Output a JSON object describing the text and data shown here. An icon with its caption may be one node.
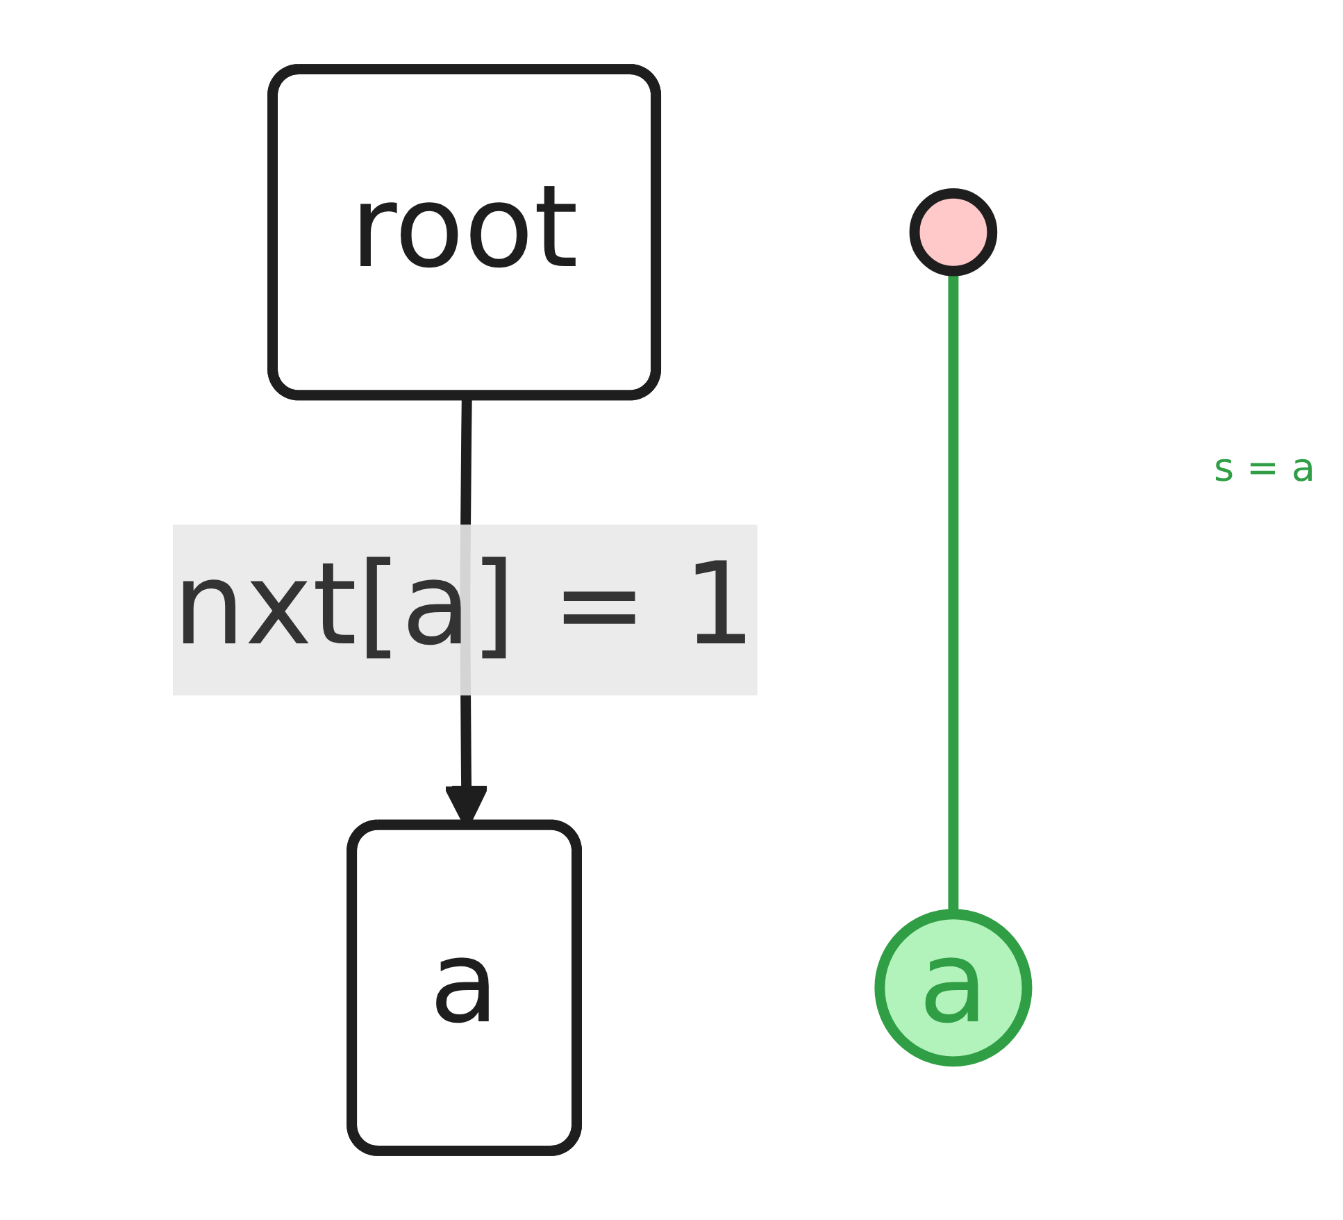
{
  "diagram": {
    "nodes": [
      {
        "text": [
          "root"
        ]
      },
      {
        "text": [
          "a"
        ]
      },
      {
        "text": [],
        "shape": "circle"
      },
      {
        "text": [
          "a"
        ]
      }
    ],
    "edges": [
      {
        "from": 0,
        "to": 1,
        "arrow": "to",
        "label": "nxt[a] = 1"
      },
      {
        "from": 2,
        "to": 3,
        "arrow": "none",
        "color": "#2f9e44"
      }
    ],
    "labels": [
      "s = a"
    ]
  }
}
